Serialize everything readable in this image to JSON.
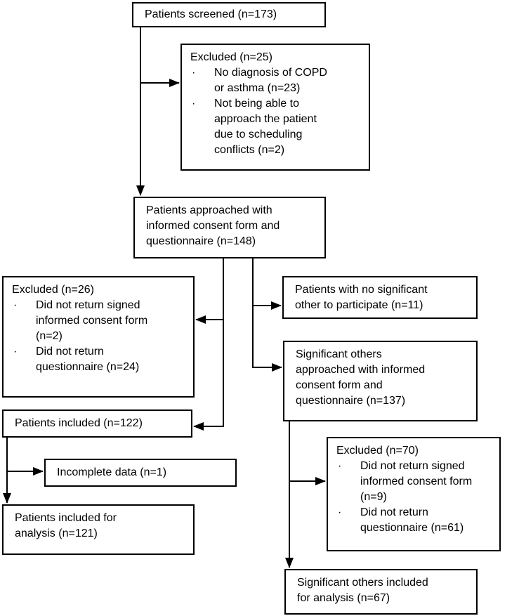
{
  "bullet_char": "·",
  "colors": {
    "background": "#ffffff",
    "box_border": "#000000",
    "text": "#000000",
    "connector": "#000000"
  },
  "boxes": {
    "screened": {
      "label": "Patients screened (n=173)"
    },
    "excluded_screening": {
      "title": "Excluded (n=25)",
      "items": [
        "No diagnosis of COPD\nor asthma (n=23)",
        "Not being able to\napproach the patient\ndue to scheduling\nconflicts (n=2)"
      ]
    },
    "approached": {
      "label": "Patients approached with\ninformed consent form and\nquestionnaire (n=148)"
    },
    "excluded_patients": {
      "title": "Excluded (n=26)",
      "items": [
        "Did not return signed\ninformed consent form\n(n=2)",
        "Did not return\nquestionnaire (n=24)"
      ]
    },
    "no_significant_other": {
      "label": "Patients with no significant\nother to participate (n=11)"
    },
    "so_approached": {
      "label": "Significant others\napproached with informed\nconsent form and\nquestionnaire (n=137)"
    },
    "patients_included": {
      "label": "Patients included (n=122)"
    },
    "incomplete_data": {
      "label": "Incomplete data (n=1)"
    },
    "excluded_so": {
      "title": "Excluded (n=70)",
      "items": [
        "Did not return signed\ninformed consent form\n(n=9)",
        "Did not return\nquestionnaire (n=61)"
      ]
    },
    "patients_analysis": {
      "label": "Patients included for\nanalysis (n=121)"
    },
    "so_analysis": {
      "label": "Significant others included\nfor analysis (n=67)"
    }
  }
}
